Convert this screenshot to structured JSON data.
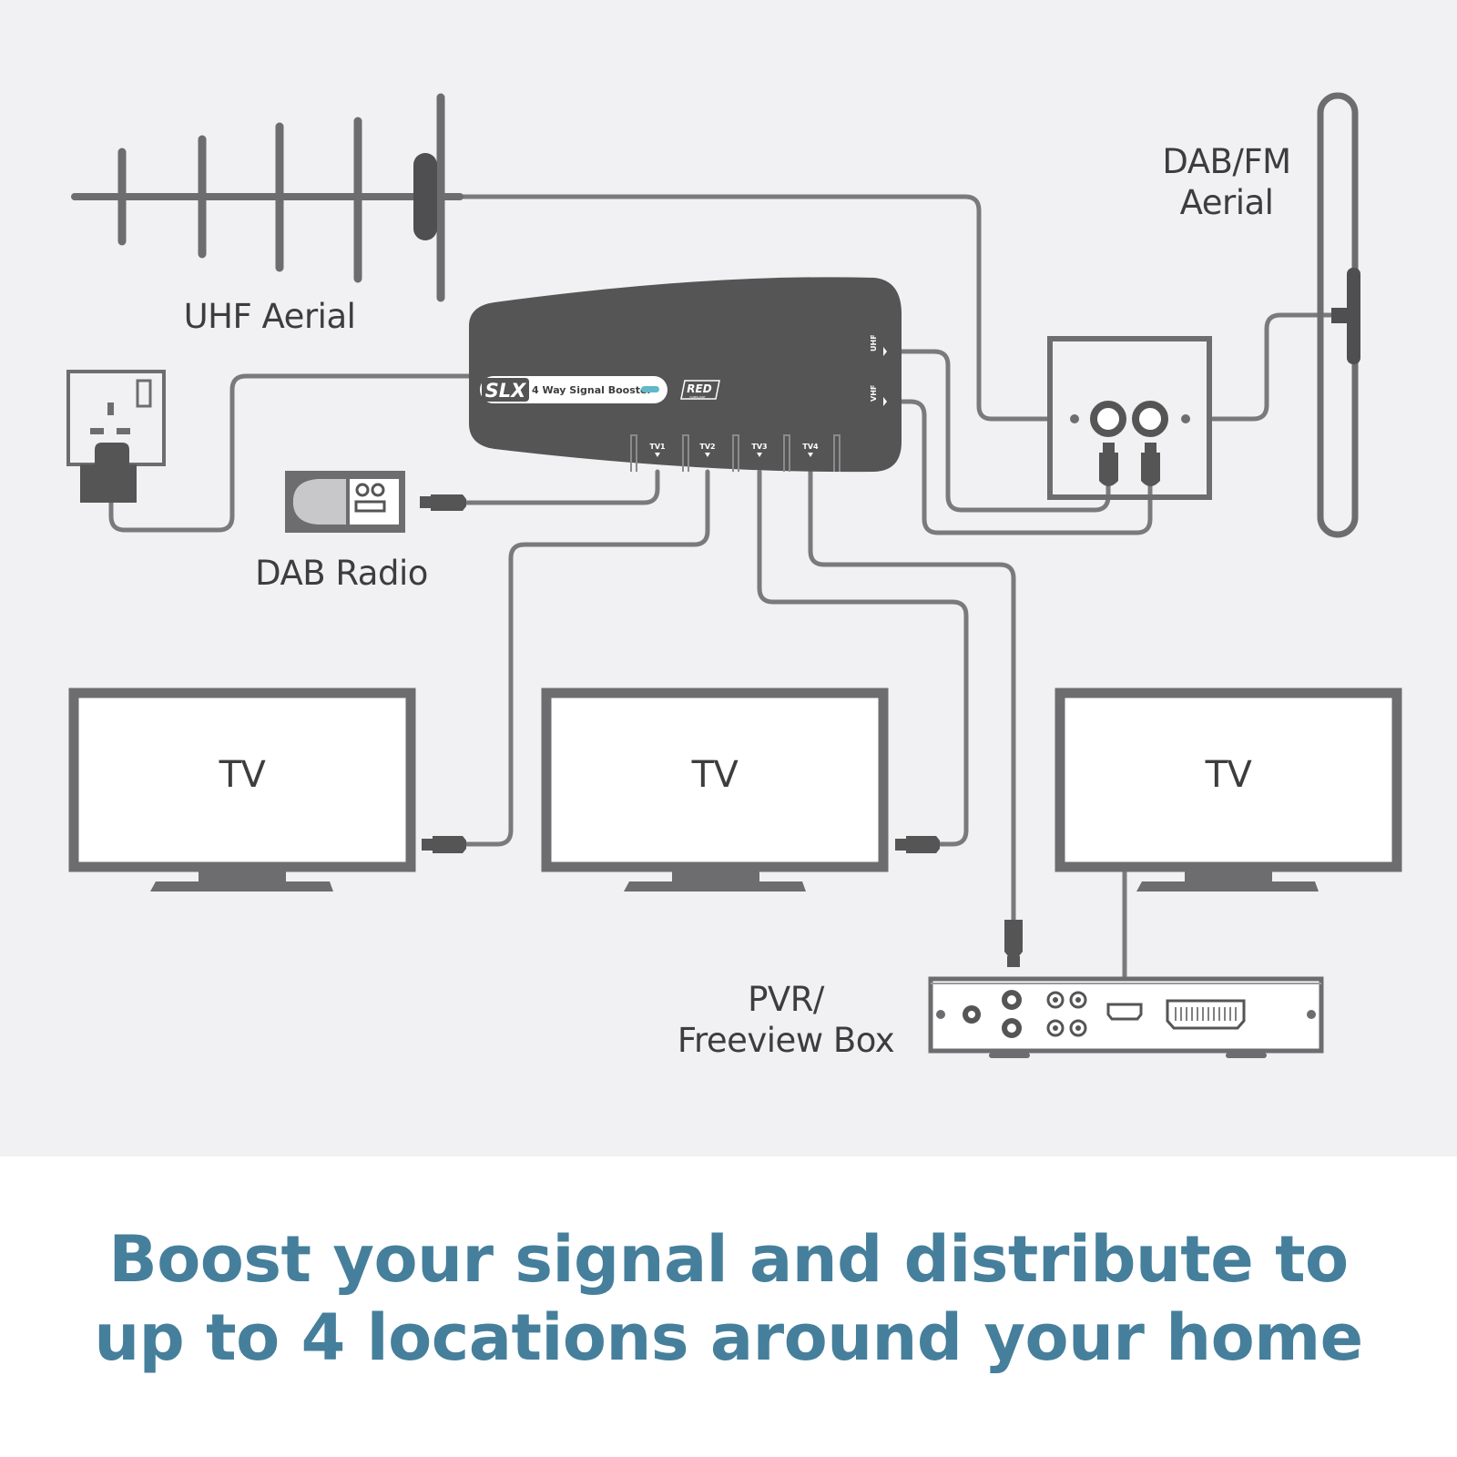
{
  "labels": {
    "uhf_aerial": "UHF Aerial",
    "dab_fm_line1": "DAB/FM",
    "dab_fm_line2": "Aerial",
    "dab_radio": "DAB Radio",
    "tv1": "TV",
    "tv2": "TV",
    "tv3": "TV",
    "pvr_line1": "PVR/",
    "pvr_line2": "Freeview Box"
  },
  "booster": {
    "brand": "SLX",
    "product_name": "4 Way Signal Booster",
    "badge": "RED",
    "badge_sub": "COMPLIANT",
    "input_uhf": "UHF",
    "input_vhf": "VHF",
    "outputs": [
      "TV1",
      "TV2",
      "TV3",
      "TV4"
    ]
  },
  "caption": {
    "line1": "Boost your signal and distribute to",
    "line2": "up to 4 locations around your home"
  },
  "colors": {
    "background": "#f1f1f3",
    "device": "#555555",
    "cable": "#7a7a7c",
    "caption": "#457f9b",
    "text": "#3d3d3d"
  }
}
